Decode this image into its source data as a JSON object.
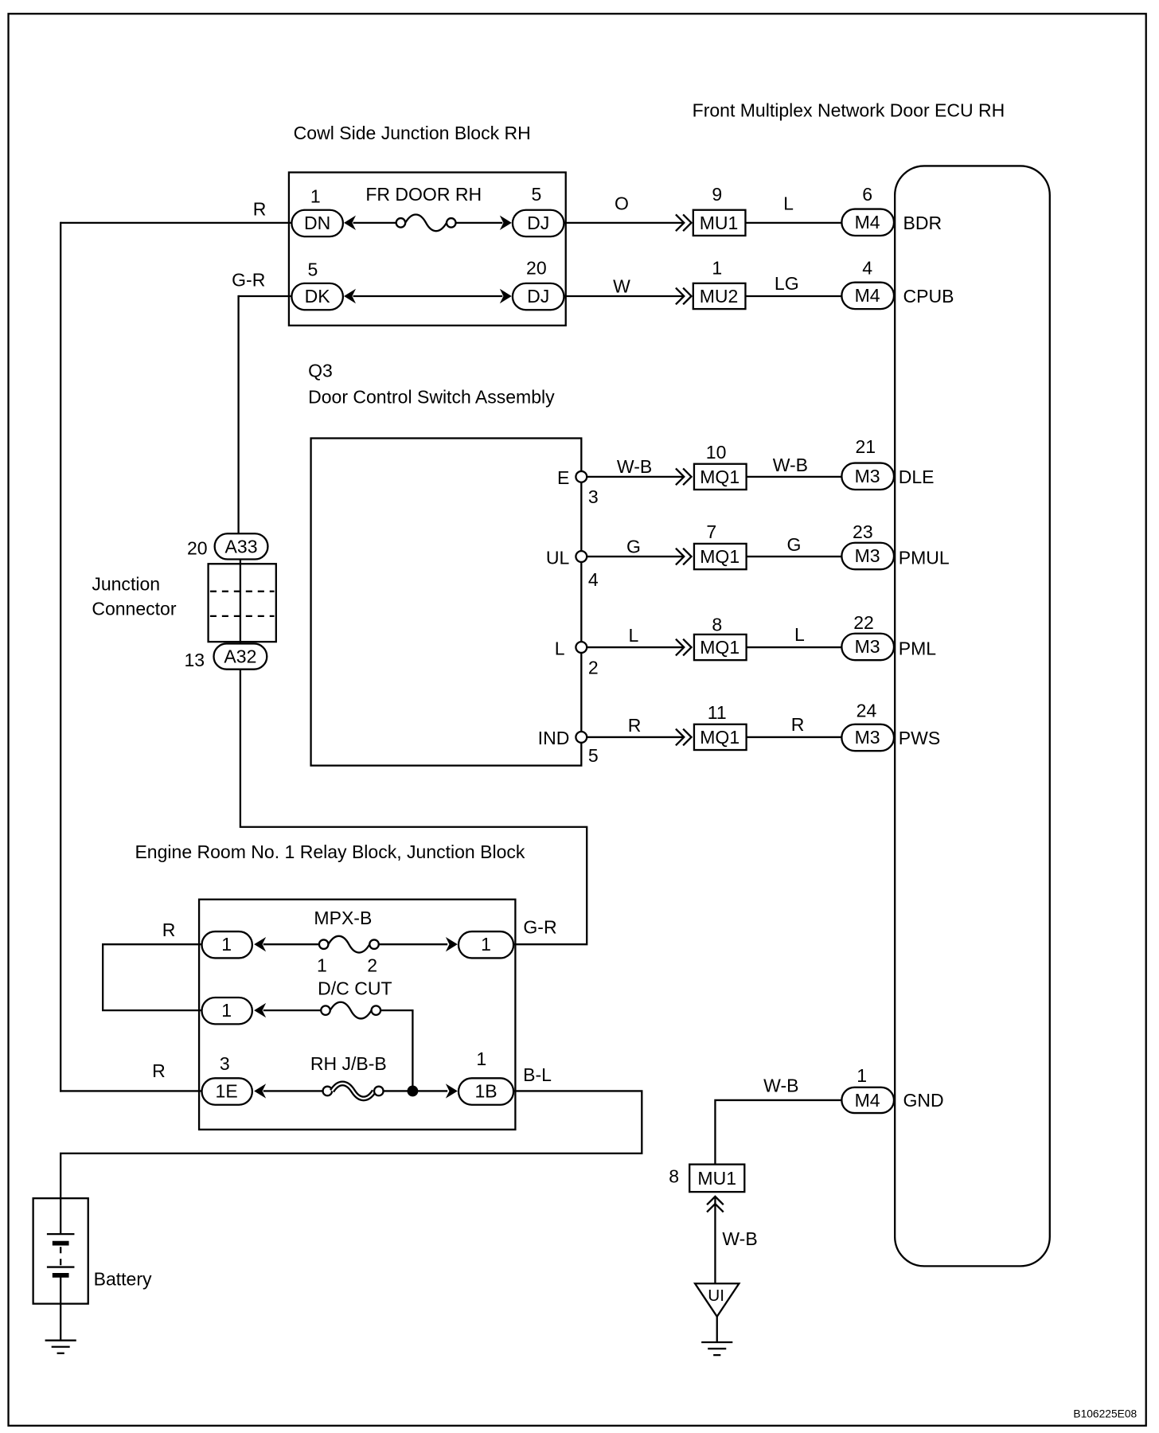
{
  "labels": {
    "ecu_title": "Front Multiplex Network Door ECU RH",
    "cowl_title": "Cowl Side Junction Block RH",
    "q3_code": "Q3",
    "q3_title": "Door Control Switch Assembly",
    "junction_line1": "Junction",
    "junction_line2": "Connector",
    "engine_title": "Engine Room No. 1 Relay Block, Junction Block",
    "battery": "Battery",
    "figure_code": "B106225E08"
  },
  "cowl_jb": {
    "fuse": "FR DOOR RH",
    "row1": {
      "left_pin": "1",
      "left_conn": "DN",
      "right_pin": "5",
      "right_conn": "DJ"
    },
    "row2": {
      "left_pin": "5",
      "left_conn": "DK",
      "right_pin": "20",
      "right_conn": "DJ"
    }
  },
  "left_wires": {
    "dn_wire": "R",
    "dk_wire": "G-R"
  },
  "ecu_rows": [
    {
      "wire_in": "O",
      "mid_pin": "9",
      "mid_conn": "MU1",
      "wire_out": "L",
      "ecu_pin": "6",
      "ecu_conn": "M4",
      "terminal": "BDR"
    },
    {
      "wire_in": "W",
      "mid_pin": "1",
      "mid_conn": "MU2",
      "wire_out": "LG",
      "ecu_pin": "4",
      "ecu_conn": "M4",
      "terminal": "CPUB"
    }
  ],
  "switch_rows": [
    {
      "sw_terminal": "E",
      "sw_pin": "3",
      "wire_in": "W-B",
      "mid_pin": "10",
      "mid_conn": "MQ1",
      "wire_out": "W-B",
      "ecu_pin": "21",
      "ecu_conn": "M3",
      "terminal": "DLE"
    },
    {
      "sw_terminal": "UL",
      "sw_pin": "4",
      "wire_in": "G",
      "mid_pin": "7",
      "mid_conn": "MQ1",
      "wire_out": "G",
      "ecu_pin": "23",
      "ecu_conn": "M3",
      "terminal": "PMUL"
    },
    {
      "sw_terminal": "L",
      "sw_pin": "2",
      "wire_in": "L",
      "mid_pin": "8",
      "mid_conn": "MQ1",
      "wire_out": "L",
      "ecu_pin": "22",
      "ecu_conn": "M3",
      "terminal": "PML"
    },
    {
      "sw_terminal": "IND",
      "sw_pin": "5",
      "wire_in": "R",
      "mid_pin": "11",
      "mid_conn": "MQ1",
      "wire_out": "R",
      "ecu_pin": "24",
      "ecu_conn": "M3",
      "terminal": "PWS"
    }
  ],
  "junction_connector": {
    "top_pin": "20",
    "top_conn": "A33",
    "bottom_pin": "13",
    "bottom_conn": "A32"
  },
  "relay_block": {
    "wire_top_left": "R",
    "wire_bottom_left": "R",
    "wire_top_right": "G-R",
    "wire_bottom_right": "B-L",
    "row1": {
      "left_conn": "1",
      "fuse": "MPX-B",
      "fuse_pin_a": "1",
      "fuse_pin_b": "2",
      "right_conn": "1"
    },
    "row2": {
      "left_conn": "1",
      "fuse": "D/C CUT"
    },
    "row3": {
      "left_pin": "3",
      "left_conn": "1E",
      "fuse": "RH J/B-B",
      "right_pin": "1",
      "right_conn": "1B"
    }
  },
  "ground": {
    "ecu_pin": "1",
    "ecu_conn": "M4",
    "terminal": "GND",
    "wire_upper": "W-B",
    "mid_pin": "8",
    "mid_conn": "MU1",
    "wire_lower": "W-B",
    "ground_point": "UI"
  }
}
